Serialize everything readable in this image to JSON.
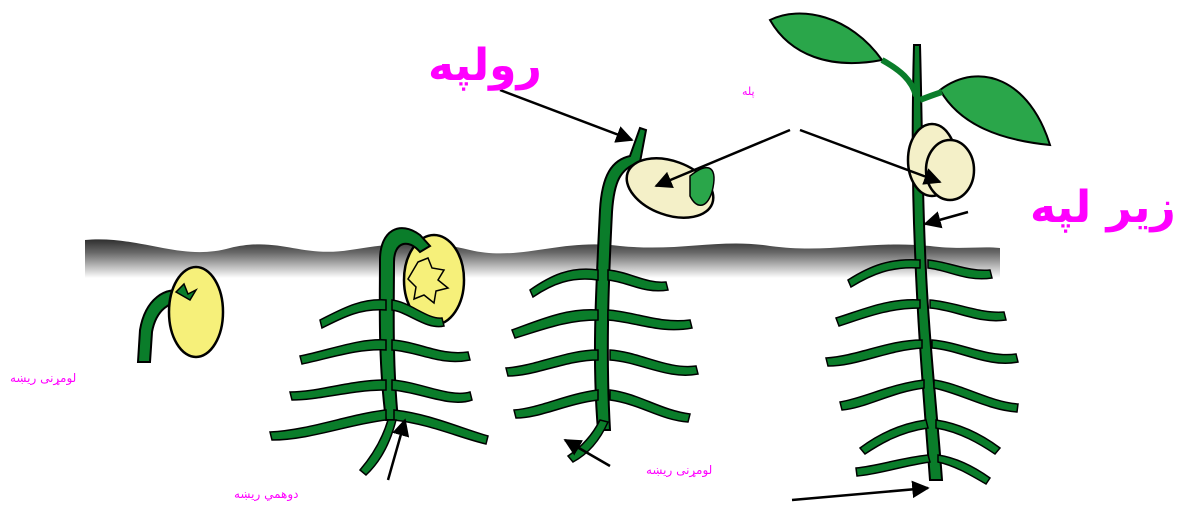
{
  "labels": {
    "plumule": "رولپه",
    "cotyledon": "پله",
    "hypocotyl": "زیر لپه",
    "primary_root_1": "لومړنی ریښه",
    "primary_root_2": "لومړنی ریښه",
    "secondary_root": "دوهمي ریښه"
  },
  "colors": {
    "stem": "#0a7d2a",
    "outline": "#000000",
    "seed": "#f6f07a",
    "cotyledon_open": "#f4f0c8",
    "leaf": "#2aa64a",
    "soil_top": "#3a3a3a",
    "label": "#ff00ff"
  }
}
